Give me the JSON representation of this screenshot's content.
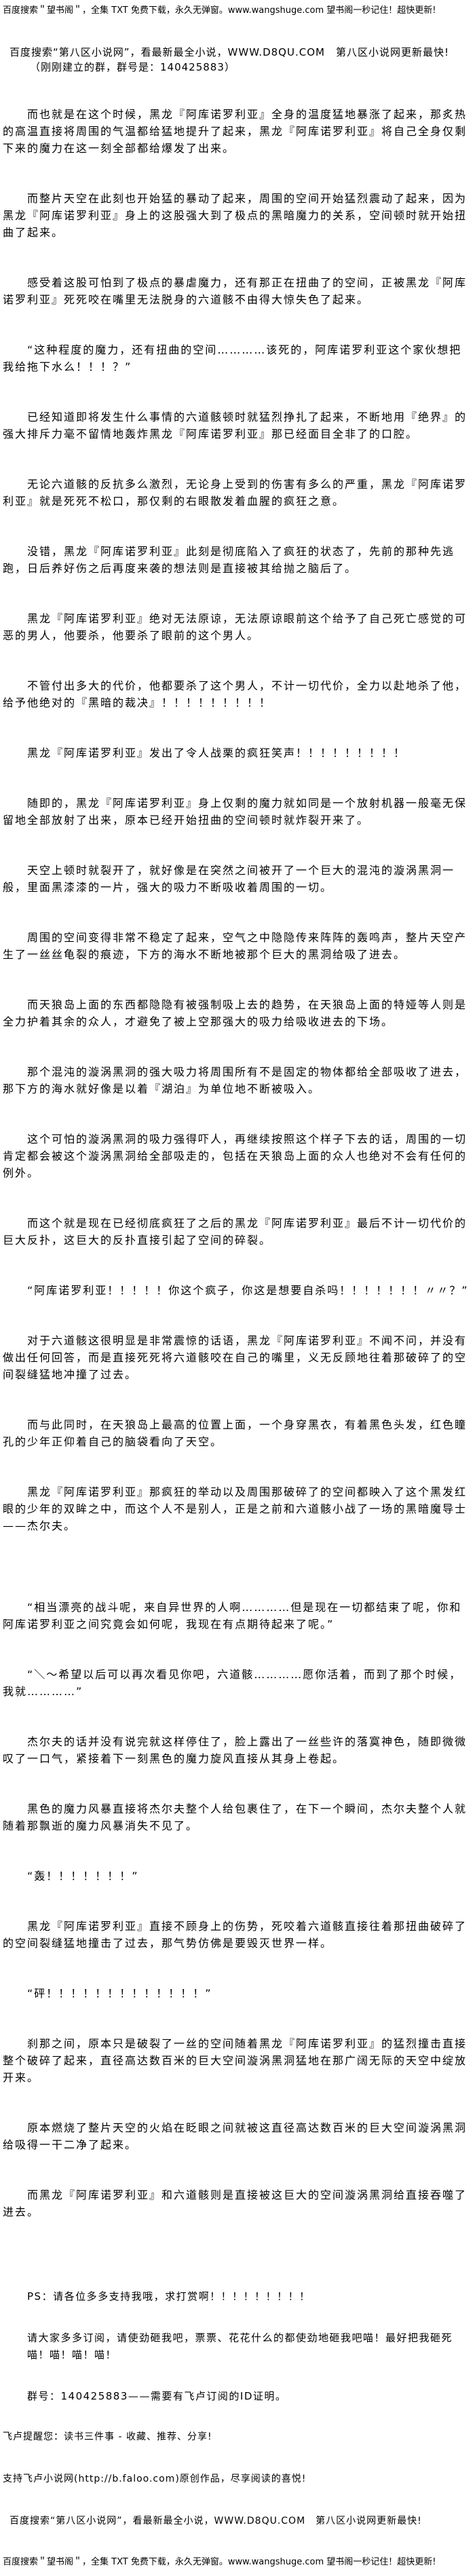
{
  "header": {
    "ad_wangshuge": "百度搜索＂望书阁＂，全集 TXT 免费下载，永久无弹窗。www.wangshuge.com 望书阁一秒记住！超快更新!",
    "ad_d8qu": "百度搜索“第八区小说网”，看最新最全小说，WWW.D8QU.COM　第八区小说网更新最快!",
    "group_note": "（刚刚建立的群，群号是：140425883）"
  },
  "paragraphs": [
    "而也就是在这个时候，黑龙『阿库诺罗利亚』全身的温度猛地暴涨了起来，那炙热的高温直接将周围的气温都给猛地提升了起来，黑龙『阿库诺罗利亚』将自己全身仅剩下来的魔力在这一刻全部都给爆发了出来。",
    "而整片天空在此刻也开始猛的暴动了起来，周围的空间开始猛烈震动了起来，因为黑龙『阿库诺罗利亚』身上的这股强大到了极点的黑暗魔力的关系，空间顿时就开始扭曲了起来。",
    "感受着这股可怕到了极点的暴虐魔力，还有那正在扭曲了的空间，正被黑龙『阿库诺罗利亚』死死咬在嘴里无法脱身的六道骸不由得大惊失色了起来。",
    "“这种程度的魔力，还有扭曲的空间…………该死的，阿库诺罗利亚这个家伙想把我给拖下水么！！！？”",
    "已经知道即将发生什么事情的六道骸顿时就猛烈挣扎了起来，不断地用『绝界』的强大排斥力毫不留情地轰炸黑龙『阿库诺罗利亚』那已经面目全非了的口腔。",
    "无论六道骸的反抗多么激烈，无论身上受到的伤害有多么的严重，黑龙『阿库诺罗利亚』就是死死不松口，那仅剩的右眼散发着血腥的疯狂之意。",
    "没错，黑龙『阿库诺罗利亚』此刻是彻底陷入了疯狂的状态了，先前的那种先逃跑，日后养好伤之后再度来袭的想法则是直接被其给抛之脑后了。",
    "黑龙『阿库诺罗利亚』绝对无法原谅，无法原谅眼前这个给予了自己死亡感觉的可恶的男人，他要杀，他要杀了眼前的这个男人。",
    "不管付出多大的代价，他都要杀了这个男人，不计一切代价，全力以赴地杀了他，给予他绝对的『黑暗的裁决』！！！！！！！！！",
    "黑龙『阿库诺罗利亚』发出了令人战栗的疯狂笑声！！！！！！！！！",
    "随即的，黑龙『阿库诺罗利亚』身上仅剩的魔力就如同是一个放射机器一般毫无保留地全部放射了出来，原本已经开始扭曲的空间顿时就炸裂开来了。",
    "天空上顿时就裂开了，就好像是在突然之间被开了一个巨大的混沌的漩涡黑洞一般，里面黑漆漆的一片，强大的吸力不断吸收着周围的一切。",
    "周围的空间变得非常不稳定了起来，空气之中隐隐传来阵阵的轰鸣声，整片天空产生了一丝丝龟裂的痕迹，下方的海水不断地被那个巨大的黑洞给吸了进去。",
    "而天狼岛上面的东西都隐隐有被强制吸上去的趋势，在天狼岛上面的特娅等人则是全力护着其余的众人，才避免了被上空那强大的吸力给吸收进去的下场。",
    "那个混沌的漩涡黑洞的强大吸力将周围所有不是固定的物体都给全部吸收了进去，那下方的海水就好像是以着『湖泊』为单位地不断被吸入。",
    "这个可怕的漩涡黑洞的吸力强得吓人，再继续按照这个样子下去的话，周围的一切肯定都会被这个漩涡黑洞给全部吸走的，包括在天狼岛上面的众人也绝对不会有任何的例外。",
    "而这个就是现在已经彻底疯狂了之后的黑龙『阿库诺罗利亚』最后不计一切代价的巨大反扑，这巨大的反扑直接引起了空间的碎裂。",
    "“阿库诺罗利亚！！！！！你这个疯子，你这是想要自杀吗！！！！！！！〃〃？”",
    "对于六道骸这很明显是非常震惊的话语，黑龙『阿库诺罗利亚』不闻不问，并没有做出任何回答，而是直接死死将六道骸咬在自己的嘴里，义无反顾地往着那破碎了的空间裂缝猛地冲撞了过去。",
    "而与此同时，在天狼岛上最高的位置上面，一个身穿黑衣，有着黑色头发，红色瞳孔的少年正仰着自己的脑袋看向了天空。",
    "黑龙『阿库诺罗利亚』那疯狂的举动以及周围那破碎了的空间都映入了这个黑发红眼的少年的双眸之中，而这个人不是别人，正是之前和六道骸小战了一场的黑暗魔导士——杰尔夫。",
    "“相当漂亮的战斗呢，来自异世界的人啊…………但是现在一切都结束了呢，你和阿库诺罗利亚之间究竟会如何呢，我现在有点期待起来了呢。”",
    "“＼～希望以后可以再次看见你吧，六道骸…………愿你活着，而到了那个时候，我就…………”",
    "杰尔夫的话并没有说完就这样停住了，脸上露出了一丝些许的落寞神色，随即微微叹了一口气，紧接着下一刻黑色的魔力旋风直接从其身上卷起。",
    "黑色的魔力风暴直接将杰尔夫整个人给包裹住了，在下一个瞬间，杰尔夫整个人就随着那飘逝的魔力风暴消失不见了。",
    "“轰！！！！！！！”",
    "黑龙『阿库诺罗利亚』直接不顾身上的伤势，死咬着六道骸直接往着那扭曲破碎了的空间裂缝猛地撞击了过去，那气势仿佛是要毁灭世界一样。",
    "“砰！！！！！！！！！！！！！”",
    "刹那之间，原本只是破裂了一丝的空间随着黑龙『阿库诺罗利亚』的猛烈撞击直接整个破碎了起来，直径高达数百米的巨大空间漩涡黑洞猛地在那广阔无际的天空中绽放开来。",
    "原本燃烧了整片天空的火焰在眨眼之间就被这直径高达数百米的巨大空间漩涡黑洞给吸得一干二净了起来。",
    "而黑龙『阿库诺罗利亚』和六道骸则是直接被这巨大的空间漩涡黑洞给直接吞噬了进去。"
  ],
  "afterword": {
    "ps": "PS：请各位多多支持我哦，求打赏啊！！！！！！！！！",
    "request": "请大家多多订阅，请使劲砸我吧，票票、花花什么的都使劲地砸我吧喵！最好把我砸死喵！喵！喵！喵！",
    "group": "群号：140425883——需要有飞卢订阅的ID证明。"
  },
  "footer": {
    "faloo_reminder": "飞卢提醒您：读书三件事 - 收藏、推荐、分享!",
    "faloo_support": "支持飞卢小说网(http://b.faloo.com)原创作品，尽享阅读的喜悦!",
    "ad_d8qu": "百度搜索“第八区小说网”，看最新最全小说，WWW.D8QU.COM　第八区小说网更新最快!",
    "ad_wangshuge": "百度搜索＂望书阁＂，全集 TXT 免费下载，永久无弹窗。www.wangshuge.com 望书阁一秒记住！超快更新!"
  }
}
